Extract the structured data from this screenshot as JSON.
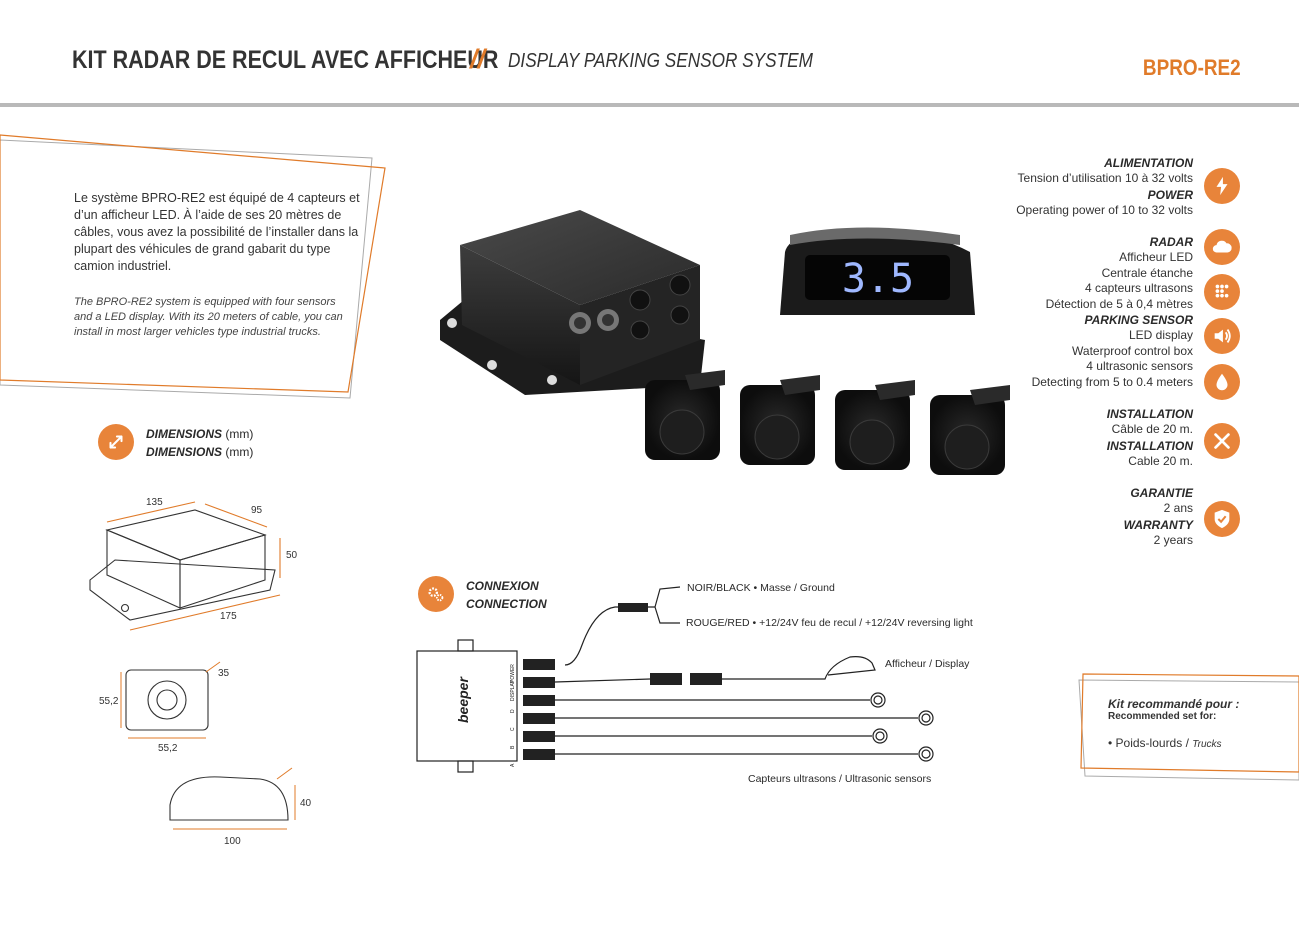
{
  "header": {
    "title": "KIT RADAR DE RECUL AVEC AFFICHEUR",
    "separator": "//",
    "subtitle": "DISPLAY PARKING SENSOR SYSTEM",
    "code": "BPRO-RE2"
  },
  "intro": {
    "fr": "Le système BPRO-RE2 est équipé de 4 capteurs et d’un afficheur LED. À l’aide de ses 20 mètres de câbles, vous avez la possibilité de l’installer dans la plupart des véhicules de grand gabarit du type camion industriel.",
    "en": "The BPRO-RE2 system is equipped with four sensors and a LED display. With its 20 meters of cable, you can install in most larger vehicles type industrial trucks."
  },
  "display_value": "3.5",
  "specs": {
    "alimentation": {
      "fr_title": "ALIMENTATION",
      "fr_text": "Tension d’utilisation 10 à 32 volts",
      "en_title": "POWER",
      "en_text": "Operating power of 10 to 32 volts",
      "icon": "lightning-icon"
    },
    "radar": {
      "fr_title": "RADAR",
      "fr_lines": [
        "Afficheur LED",
        "Centrale étanche",
        "4 capteurs ultrasons",
        "Détection de 5 à 0,4 mètres"
      ],
      "en_title": "PARKING SENSOR",
      "en_lines": [
        "LED display",
        "Waterproof control box",
        "4 ultrasonic sensors",
        "Detecting from 5 to 0.4 meters"
      ],
      "icons": [
        "cloud-icon",
        "dots-icon",
        "sound-icon",
        "drop-icon"
      ]
    },
    "installation": {
      "fr_title": "INSTALLATION",
      "fr_text": "Câble de 20 m.",
      "en_title": "INSTALLATION",
      "en_text": "Cable 20 m.",
      "icon": "tools-icon"
    },
    "garantie": {
      "fr_title": "GARANTIE",
      "fr_text": "2 ans",
      "en_title": "WARRANTY",
      "en_text": "2 years",
      "icon": "shield-check-icon"
    }
  },
  "dimensions": {
    "title_fr": "DIMENSIONS",
    "title_en": "DIMENSIONS",
    "unit": "(mm)",
    "box": {
      "w": "135",
      "d": "95",
      "h": "50",
      "base": "175"
    },
    "sensor": {
      "w": "55,2",
      "h": "55,2",
      "d": "35"
    },
    "display": {
      "w": "100",
      "h": "40"
    }
  },
  "connexion": {
    "title_fr": "CONNEXION",
    "title_en": "CONNECTION",
    "black": "NOIR/BLACK • Masse / Ground",
    "red": "ROUGE/RED • +12/24V feu de recul / +12/24V reversing light",
    "display": "Afficheur / Display",
    "sensors": "Capteurs ultrasons / Ultrasonic sensors",
    "brand": "beeper",
    "ports": [
      "POWER",
      "DISPLAY",
      "D",
      "C",
      "B",
      "A"
    ]
  },
  "reco": {
    "title": "Kit recommandé pour :",
    "subtitle": "Recommended set for:",
    "item_fr": "• Poids-lourds /",
    "item_en": "Trucks"
  },
  "colors": {
    "accent": "#e07b2a",
    "rule": "#b9b9b9"
  }
}
